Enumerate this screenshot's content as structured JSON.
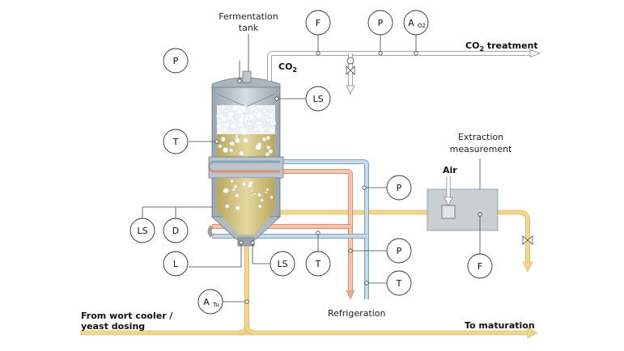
{
  "labels": {
    "fermentation_tank_line1": "Fermentation",
    "fermentation_tank_line2": "tank",
    "co2": "CO",
    "co2_sub": "2",
    "co2_treatment": "CO",
    "co2_treatment_sub": "2",
    "co2_treatment_rest": " treatment",
    "extraction_line1": "Extraction",
    "extraction_line2": "measurement",
    "air": "Air",
    "refrigeration": "Refrigeration",
    "from_wort_line1": "From wort cooler /",
    "from_wort_line2": "yeast dosing",
    "to_maturation": "To maturation"
  },
  "instruments": {
    "top_f": "F",
    "top_p": "P",
    "top_a": "A",
    "top_a_sub": "O2",
    "tank_p": "P",
    "tank_ls_top": "LS",
    "tank_t": "T",
    "bottom_ls": "LS",
    "bottom_d": "D",
    "bottom_l": "L",
    "bottom_ls2": "LS",
    "bottom_t": "T",
    "cool_p1": "P",
    "cool_p2": "P",
    "cool_t": "T",
    "extract_f": "F",
    "a_tu": "A",
    "a_tu_sub": "Tu"
  },
  "colors": {
    "wort_line": "#f2d68a",
    "wort_line_edge": "#d9b560",
    "cool_supply": "#e8a88a",
    "cool_return": "#a9c6dc",
    "tank_grey": "#b9c2c8",
    "beer": "#d2c38a",
    "gas_line": "#ffffff"
  }
}
